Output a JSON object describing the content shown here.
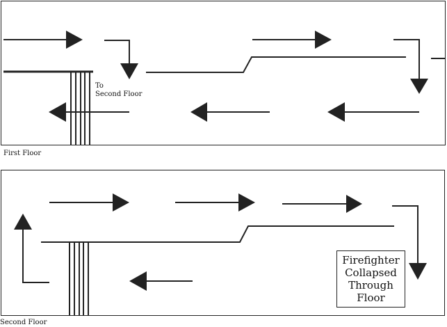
{
  "first_floor": {
    "caption": "First Floor",
    "stairs_note": [
      "To",
      "Second Floor"
    ]
  },
  "second_floor": {
    "caption": "Second Floor",
    "collapse_note": [
      "Firefighter",
      "Collapsed",
      "Through",
      "Floor"
    ]
  },
  "colors": {
    "ink": "#222222",
    "background": "#ffffff"
  }
}
